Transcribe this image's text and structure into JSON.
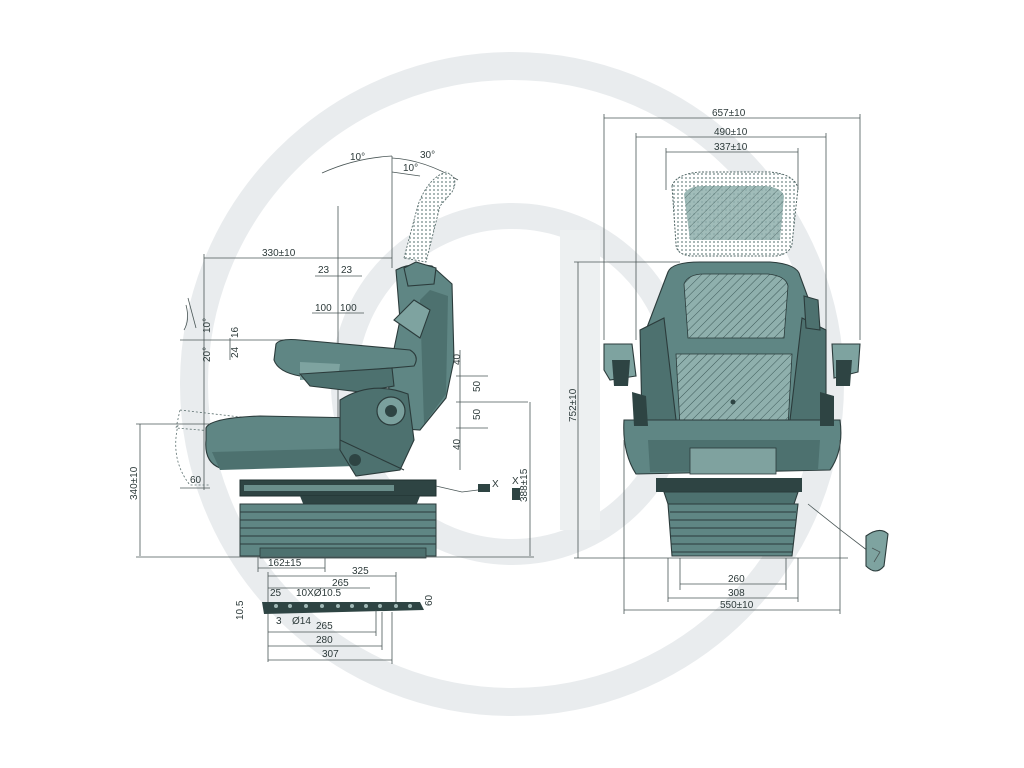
{
  "watermark": {
    "color": "#e9ecee"
  },
  "colors": {
    "body": "#5f8684",
    "line": "#2b3b3b",
    "dim": "#4a5656"
  },
  "side_view": {
    "angles": [
      "10°",
      "30°",
      "10°"
    ],
    "dims": {
      "d330": "330±10",
      "d23a": "23",
      "d23b": "23",
      "d100a": "100",
      "d100b": "100",
      "d10": "10°",
      "d20": "20°",
      "d24": "24",
      "d16": "16",
      "d40a": "40",
      "d50a": "50",
      "d50b": "50",
      "d40b": "40",
      "d340": "340±10",
      "d60": "60",
      "d388": "388±15",
      "d162": "162±15",
      "x1": "X",
      "x2": "X"
    }
  },
  "base_plate": {
    "dims": {
      "d325": "325",
      "d265a": "265",
      "d25": "25",
      "holes": "10XØ10.5",
      "d60": "60",
      "d105": "10.5",
      "d3": "3",
      "d14": "Ø14",
      "d265b": "265",
      "d280": "280",
      "d307": "307"
    }
  },
  "front_view": {
    "dims": {
      "d657": "657±10",
      "d490": "490±10",
      "d337": "337±10",
      "d752": "752±10",
      "d260": "260",
      "d308": "308",
      "d550": "550±10"
    }
  }
}
